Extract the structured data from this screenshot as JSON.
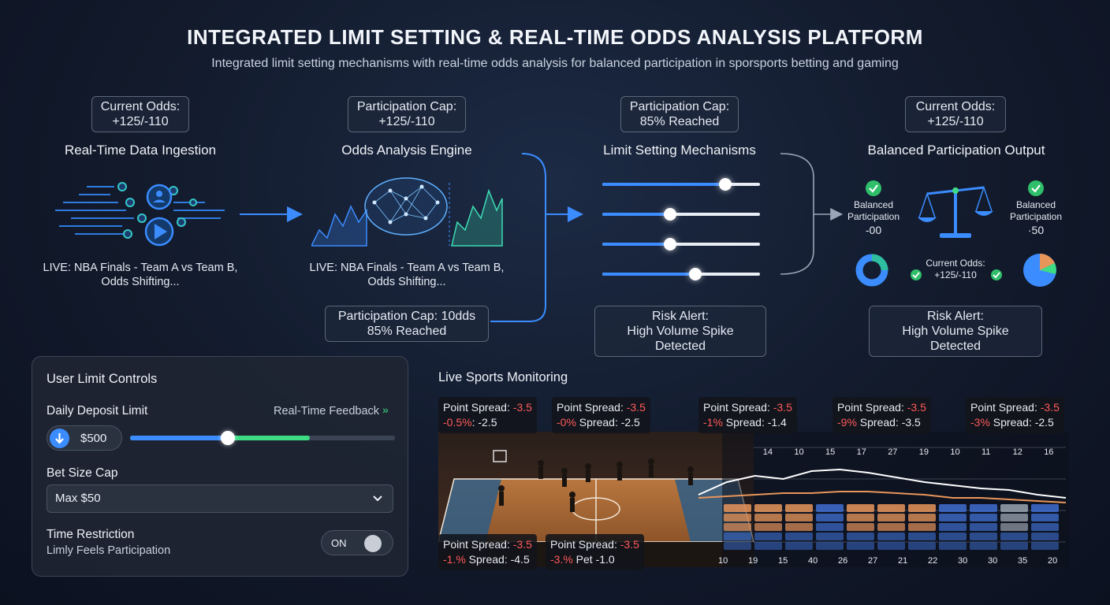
{
  "header": {
    "title": "INTEGRATED LIMIT SETTING & REAL-TIME ODDS ANALYSIS PLATFORM",
    "subtitle": "Integrated limit setting mechanisms with real-time odds analysis for balanced participation in sporsports betting and gaming"
  },
  "pipeline": {
    "stage1": {
      "badge_line1": "Current Odds:",
      "badge_line2": "+125/-110",
      "title": "Real-Time Data Ingestion",
      "live_line1": "LIVE: NBA Finals - Team A vs Team B,",
      "live_line2": "Odds Shifting..."
    },
    "stage2": {
      "badge_line1": "Participation Cap:",
      "badge_line2": "+125/-110",
      "title": "Odds Analysis Engine",
      "live_line1": "LIVE: NBA Finals - Team A vs Team B,",
      "live_line2": "Odds Shifting...",
      "bottom_badge_line1": "Participation Cap: 10dds",
      "bottom_badge_line2": "85% Reached"
    },
    "stage3": {
      "badge_line1": "Participation Cap:",
      "badge_line2": "85% Reached",
      "title": "Limit Setting Mechanisms",
      "slider_levels": [
        0.78,
        0.43,
        0.43,
        0.59
      ],
      "alert_line1": "Risk Alert:",
      "alert_line2": "High Volume Spike Detected"
    },
    "stage4": {
      "badge_line1": "Current Odds:",
      "badge_line2": "+125/-110",
      "title": "Balanced Participation Output",
      "left_line1": "Balanced",
      "left_line2": "Participation",
      "left_line3": "-00",
      "right_line1": "Balanced",
      "right_line2": "Participation",
      "right_line3": "·50",
      "odds_line1": "Current Odds:",
      "odds_line2": "+125/-110",
      "alert_line1": "Risk Alert:",
      "alert_line2": "High Volume Spike Detected"
    }
  },
  "controls": {
    "title": "User Limit Controls",
    "deposit_label": "Daily Deposit Limit",
    "feedback_label": "Real-Time Feedback",
    "deposit_value": "$500",
    "deposit_level": 0.37,
    "deposit_feedback_level": 0.68,
    "bet_cap_label": "Bet Size Cap",
    "bet_cap_value": "Max $50",
    "time_label": "Time Restriction",
    "time_sub": "Limly Feels Participation",
    "toggle_label": "ON"
  },
  "monitoring": {
    "title": "Live Sports Monitoring",
    "boxes": [
      {
        "a": "Point Spread: ",
        "a_neg": "-3.5",
        "b_neg": "-0.5%",
        "b": ": -2.5"
      },
      {
        "a": "Point Spread: ",
        "a_neg": "-3.5",
        "b_neg": "-0%",
        "b": " Spread: -2.5"
      },
      {
        "a": "Point Spread: ",
        "a_neg": "-3.5",
        "b_neg": "-1%",
        "b": " Spread: -1.4"
      },
      {
        "a": "Point Spread: ",
        "a_neg": "-3.5",
        "b_neg": "-9%",
        "b": " Spread: -3.5"
      },
      {
        "a": "Point Spread: ",
        "a_neg": "-3.5",
        "b_neg": "-3%",
        "b": " Spread: -2.5"
      },
      {
        "a": "Point Spread: ",
        "a_neg": "-3.5",
        "b_neg": "-1.%",
        "b": " Spread: -4.5"
      },
      {
        "a": "Point Spread: ",
        "a_neg": "-3.5",
        "b_neg": "-3.%",
        "b": " Pet -1.0"
      }
    ],
    "top_ticks": [
      "14",
      "10",
      "15",
      "17",
      "27",
      "19",
      "10",
      "11",
      "12",
      "16"
    ],
    "bottom_ticks": [
      "10",
      "19",
      "15",
      "40",
      "26",
      "27",
      "21",
      "22",
      "30",
      "30",
      "35",
      "20"
    ]
  },
  "colors": {
    "accent_blue": "#3b8cff",
    "accent_green": "#3ddc84",
    "alert_red": "#ff5a5a",
    "bar_orange": "#e8955a",
    "bar_blue": "#3f6fd0"
  }
}
